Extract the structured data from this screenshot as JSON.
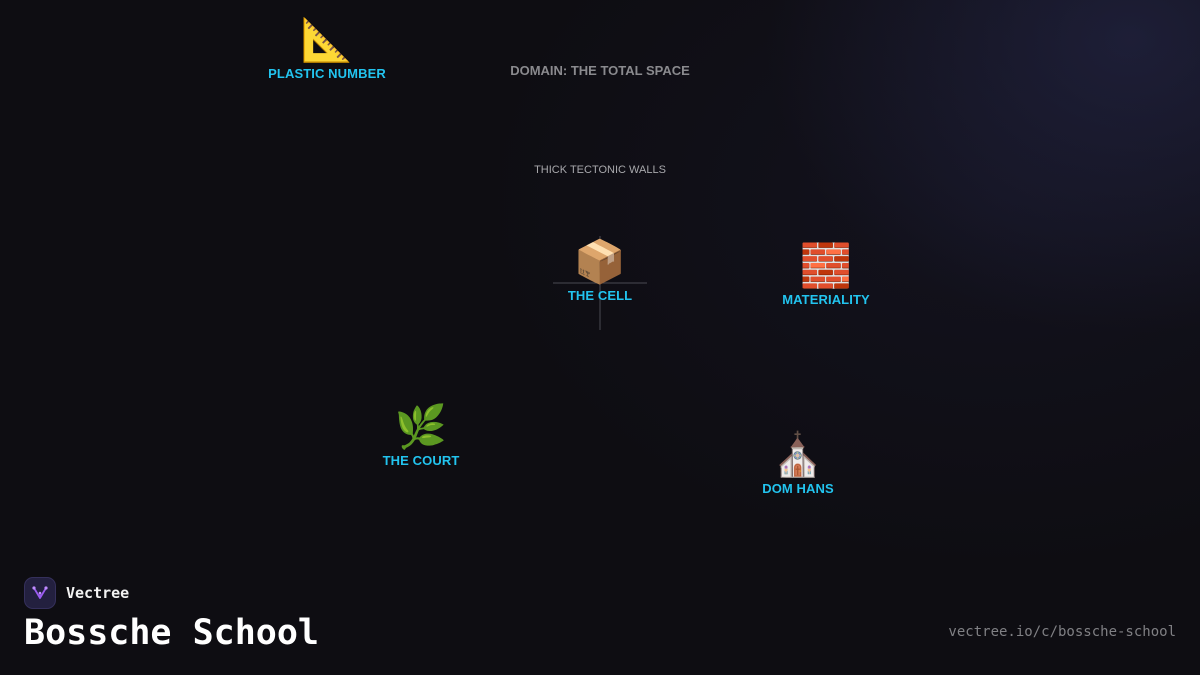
{
  "diagram": {
    "domain_label": "DOMAIN: THE TOTAL SPACE",
    "walls_label": "THICK TECTONIC WALLS",
    "nodes": [
      {
        "id": "plastic-number",
        "label": "PLASTIC NUMBER",
        "icon": "triangular-ruler-icon",
        "glyph": "📐"
      },
      {
        "id": "the-cell",
        "label": "THE CELL",
        "icon": "package-box-icon",
        "glyph": "📦"
      },
      {
        "id": "materiality",
        "label": "MATERIALITY",
        "icon": "brick-icon",
        "glyph": "🧱"
      },
      {
        "id": "the-court",
        "label": "THE COURT",
        "icon": "herb-leaf-icon",
        "glyph": "🌿"
      },
      {
        "id": "dom-hans",
        "label": "DOM HANS",
        "icon": "church-icon",
        "glyph": "⛪"
      }
    ]
  },
  "footer": {
    "brand_name": "Vectree",
    "title": "Bossche School",
    "url": "vectree.io/c/bossche-school"
  },
  "colors": {
    "background": "#0e0d12",
    "node_label": "#22c4ef",
    "brand_logo": "#9b5cf0"
  }
}
